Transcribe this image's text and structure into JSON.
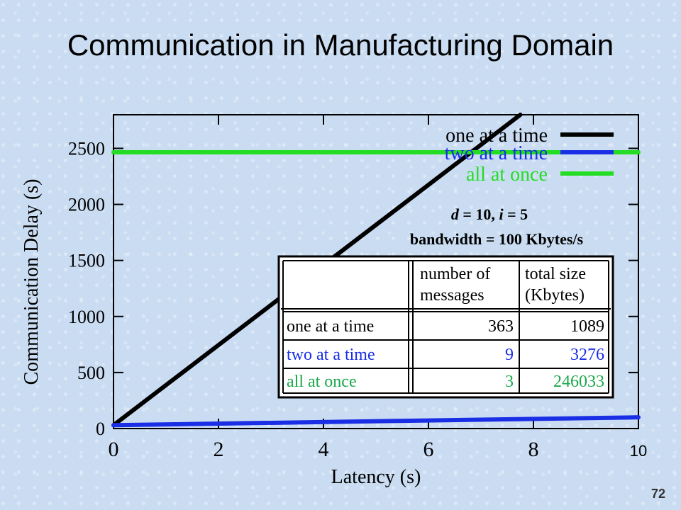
{
  "slide": {
    "title": "Communication in Manufacturing Domain",
    "page_number": "72"
  },
  "colors": {
    "one": "#000000",
    "two": "#1a2ee6",
    "all": "#22dd22",
    "all_text": "#1aa84a"
  },
  "chart_data": {
    "type": "line",
    "xlabel": "Latency (s)",
    "ylabel": "Communication Delay (s)",
    "xlim": [
      0,
      10
    ],
    "ylim": [
      0,
      2800
    ],
    "xticks": [
      0,
      2,
      4,
      6,
      8,
      10
    ],
    "yticks": [
      0,
      500,
      1000,
      1500,
      2000,
      2500
    ],
    "grid": false,
    "legend_position": "top-right",
    "series": [
      {
        "name": "one at a time",
        "color_key": "one",
        "x": [
          0,
          7.75
        ],
        "y": [
          30,
          2800
        ]
      },
      {
        "name": "two at a time",
        "color_key": "two",
        "x": [
          0,
          10
        ],
        "y": [
          30,
          100
        ]
      },
      {
        "name": "all at once",
        "color_key": "all",
        "x": [
          0,
          10
        ],
        "y": [
          2465,
          2465
        ]
      }
    ],
    "annotation": {
      "line1_d": "d",
      "line1_mid": " = 10, ",
      "line1_i": "i",
      "line1_end": " = 5",
      "line2": "bandwidth = 100 Kbytes/s"
    },
    "table": {
      "headers": [
        [
          "number of",
          "messages"
        ],
        [
          "total size",
          "(Kbytes)"
        ]
      ],
      "rows": [
        {
          "label": "one at a time",
          "messages": "363",
          "size": "1089",
          "color_key": "one"
        },
        {
          "label": "two at a time",
          "messages": "9",
          "size": "3276",
          "color_key": "two"
        },
        {
          "label": "all at once",
          "messages": "3",
          "size": "246033",
          "color_key": "all_text"
        }
      ]
    }
  }
}
